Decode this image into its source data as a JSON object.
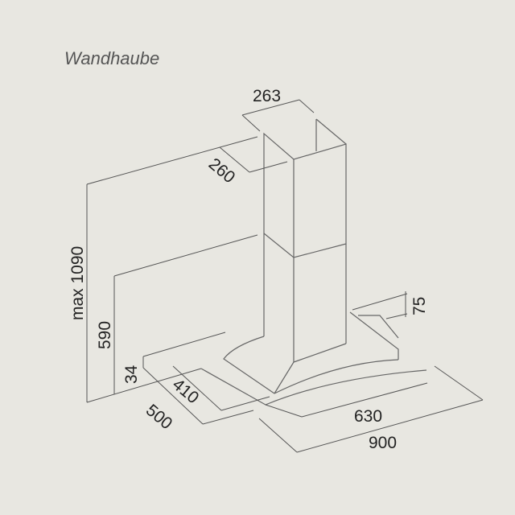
{
  "title": "Wandhaube",
  "dimensions": {
    "chimney_width": "263",
    "chimney_depth": "260",
    "max_height": "max 1090",
    "min_height": "590",
    "glass_thickness": "34",
    "canopy_depth_inner": "410",
    "canopy_depth": "500",
    "canopy_width_inner": "630",
    "canopy_width": "900",
    "canopy_height": "75"
  }
}
